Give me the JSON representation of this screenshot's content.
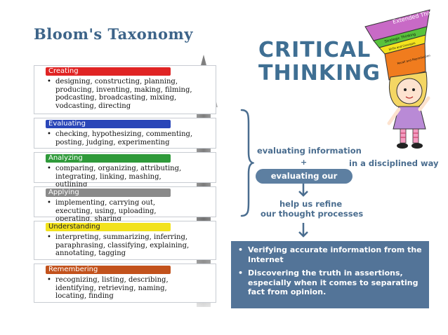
{
  "left_title": "Bloom's Taxonomy",
  "levels": [
    {
      "name": "Creating",
      "color": "#e02424",
      "text_dark": false,
      "text": "designing, constructing, planning, producing, inventing, making, filming, podcasting, broadcasting, mixing, vodcasting, directing"
    },
    {
      "name": "Evaluating",
      "color": "#2a46b8",
      "text_dark": false,
      "text": "checking, hypothesizing, commenting, posting, judging, experimenting"
    },
    {
      "name": "Analyzing",
      "color": "#2f9a3a",
      "text_dark": false,
      "text": "comparing, organizing, attributing, integrating, linking, mashing, outlining"
    },
    {
      "name": "Applying",
      "color": "#8a8a8a",
      "text_dark": false,
      "text": "implementing, carrying out, executing, using, uploading, operating, sharing"
    },
    {
      "name": "Understanding",
      "color": "#f2e21c",
      "text_dark": true,
      "text": "interpreting, summarizing, inferring, paraphrasing, classifying, explaining, annotating, tagging"
    },
    {
      "name": "Remembering",
      "color": "#c2521c",
      "text_dark": false,
      "text": "recognizing, listing, describing, identifying, retrieving, naming, locating, finding"
    }
  ],
  "right_title_line1": "CRITICAL",
  "right_title_line2": "THINKING",
  "flow": {
    "evaluating_information": "evaluating information",
    "plus": "+",
    "in_a_disciplined_way": "in a disciplined way",
    "evaluating_our_thought": "evaluating our thought",
    "help_line1": "help us refine",
    "help_line2": "our thought processes"
  },
  "info": [
    {
      "bullet": "•",
      "text": "Verifying accurate information from the Internet"
    },
    {
      "bullet": "•",
      "text": "Discovering the truth in assertions, especially when it comes to separating fact from opinion."
    }
  ],
  "hat_labels": [
    "Extended Thinking",
    "Strategic Thinking",
    "Skills and Concepts",
    "Recall and Reproduction"
  ],
  "bullet_char": "•",
  "colors": {
    "title_blue": "#3d6489",
    "flow_blue": "#4a6d8f",
    "box_blue": "#537498",
    "arrow_gray": "#8c8c8c"
  }
}
